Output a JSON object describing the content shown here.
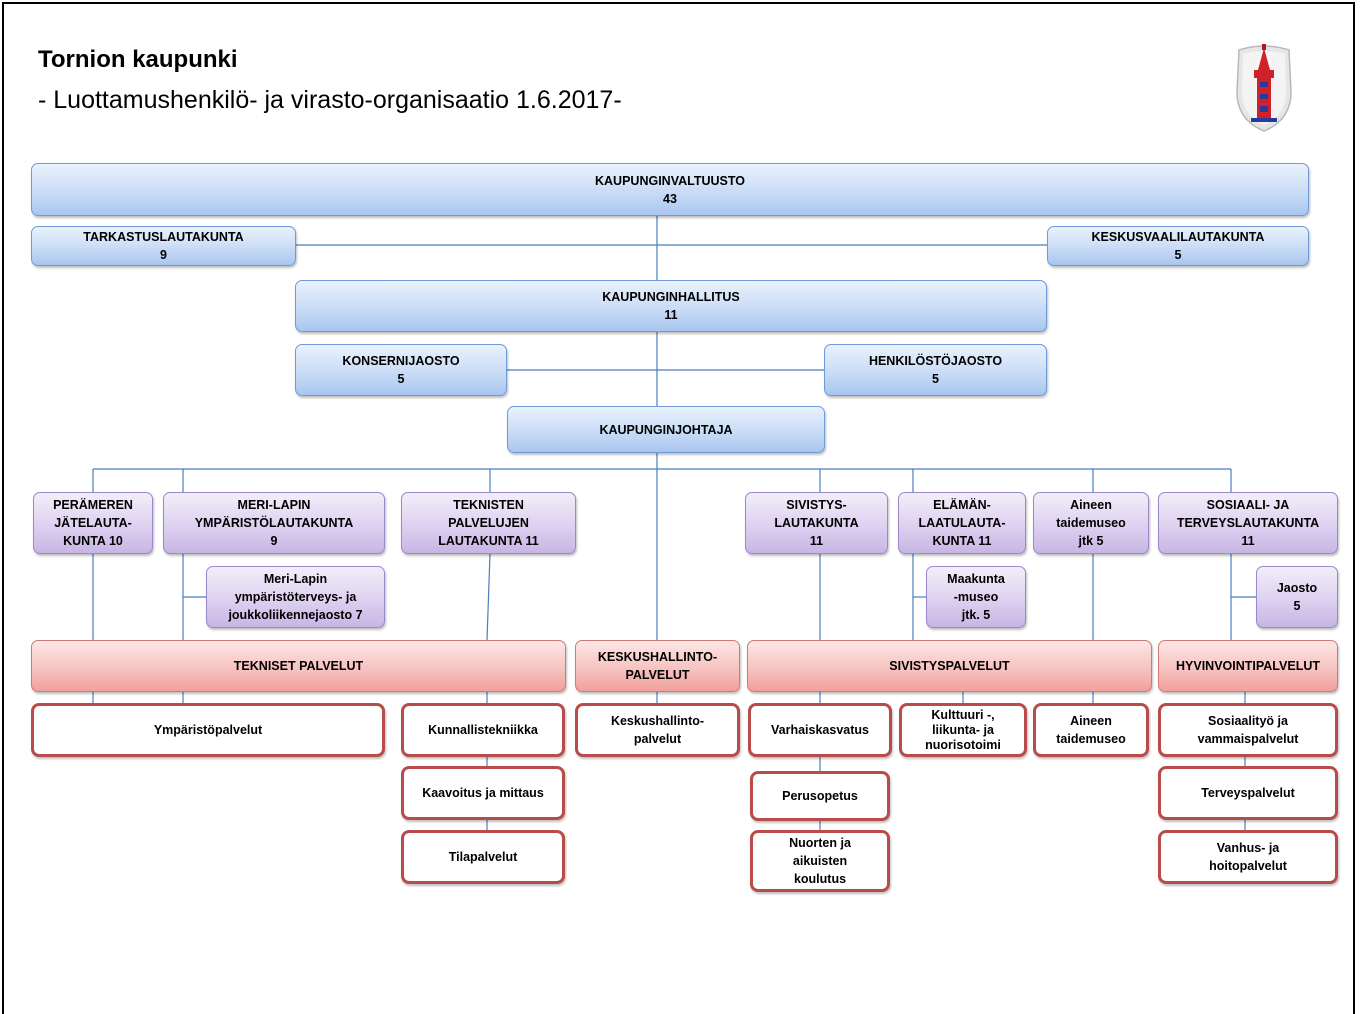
{
  "header": {
    "title": "Tornion kaupunki",
    "subtitle": "- Luottamushenkilö- ja virasto-organisaatio 1.6.2017-"
  },
  "colors": {
    "council": "#c9dcf6",
    "committee": "#ddd1f0",
    "service_area": "#f7c3c1",
    "unit_border": "#b84c4a",
    "connector": "#4a7ebb"
  },
  "nodes": {
    "valtuusto": {
      "name": "KAUPUNGINVALTUUSTO",
      "count": "43"
    },
    "tarkastus": {
      "name": "TARKASTUSLAUTAKUNTA",
      "count": "9"
    },
    "keskusvaali": {
      "name": "KESKUSVAALILAUTAKUNTA",
      "count": "5"
    },
    "hallitus": {
      "name": "KAUPUNGINHALLITUS",
      "count": "11"
    },
    "konserni": {
      "name": "KONSERNIJAOSTO",
      "count": "5"
    },
    "henkilosto": {
      "name": "HENKILÖSTÖJAOSTO",
      "count": "5"
    },
    "johtaja": {
      "name": "KAUPUNGINJOHTAJA"
    },
    "perameren": {
      "line1": "PERÄMEREN",
      "line2": "JÄTELAUTA-",
      "line3": "KUNTA 10"
    },
    "merilappi": {
      "line1": "MERI-LAPIN",
      "line2": "YMPÄRISTÖLAUTAKUNTA",
      "line3": "9"
    },
    "tekniset_ltk": {
      "line1": "TEKNISTEN",
      "line2": "PALVELUJEN",
      "line3": "LAUTAKUNTA 11"
    },
    "sivistys_ltk": {
      "line1": "SIVISTYS-",
      "line2": "LAUTAKUNTA",
      "line3": "11"
    },
    "elaman": {
      "line1": "ELÄMÄN-",
      "line2": "LAATULAUTA-",
      "line3": "KUNTA 11"
    },
    "aineen_ltk": {
      "line1": "Aineen",
      "line2": "taidemuseo",
      "line3": "jtk 5"
    },
    "sote_ltk": {
      "line1": "SOSIAALI- JA",
      "line2": "TERVEYSLAUTAKUNTA",
      "line3": "11"
    },
    "merilappi_jaosto": {
      "line1": "Meri-Lapin",
      "line2": "ympäristöterveys- ja",
      "line3": "joukkoliikennejaosto 7"
    },
    "maakunta": {
      "line1": "Maakunta",
      "line2": "-museo",
      "line3": "jtk. 5"
    },
    "jaosto": {
      "line1": "Jaosto",
      "line2": "5"
    },
    "tekniset_palvelut": {
      "name": "TEKNISET PALVELUT"
    },
    "keskushallinto": {
      "line1": "KESKUSHALLINTO-",
      "line2": "PALVELUT"
    },
    "sivistyspalvelut": {
      "name": "SIVISTYSPALVELUT"
    },
    "hyvinvointi": {
      "name": "HYVINVOINTIPALVELUT"
    },
    "ymparisto": {
      "name": "Ympäristöpalvelut"
    },
    "kunnallistekniikka": {
      "name": "Kunnallistekniikka"
    },
    "kaavoitus": {
      "name": "Kaavoitus ja mittaus"
    },
    "tilapalvelut": {
      "name": "Tilapalvelut"
    },
    "keskushallinto_unit": {
      "line1": "Keskushallinto-",
      "line2": "palvelut"
    },
    "varhais": {
      "name": "Varhaiskasvatus"
    },
    "perusopetus": {
      "name": "Perusopetus"
    },
    "nuorten": {
      "line1": "Nuorten ja",
      "line2": "aikuisten",
      "line3": "koulutus"
    },
    "kulttuuri": {
      "line1": "Kulttuuri -,",
      "line2": "liikunta- ja",
      "line3": "nuorisotoimi"
    },
    "aineen_unit": {
      "line1": "Aineen",
      "line2": "taidemuseo"
    },
    "sosiaalityo": {
      "line1": "Sosiaalityö ja",
      "line2": "vammaispalvelut"
    },
    "terveys": {
      "name": "Terveyspalvelut"
    },
    "vanhus": {
      "line1": "Vanhus- ja",
      "line2": "hoitopalvelut"
    }
  }
}
